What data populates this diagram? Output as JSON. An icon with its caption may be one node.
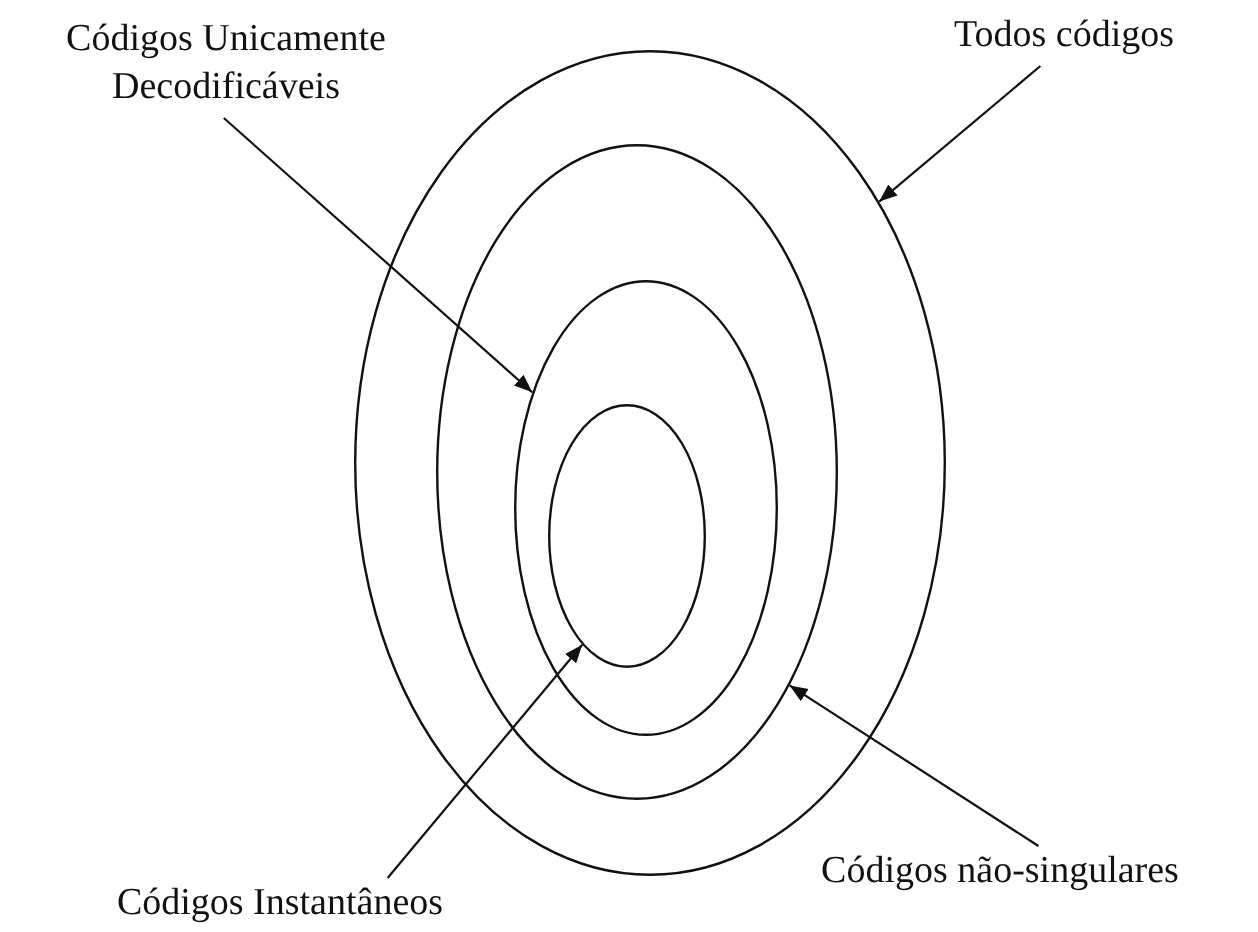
{
  "diagram": {
    "nodes": [
      {
        "text": [],
        "shape": "ellipse"
      },
      {
        "text": [],
        "shape": "ellipse",
        "in": 0
      },
      {
        "text": [],
        "shape": "ellipse",
        "in": 1
      },
      {
        "text": [],
        "shape": "ellipse",
        "in": 2
      },
      {
        "text": [
          "Todos códigos"
        ]
      },
      {
        "text": [
          "Códigos Unicamente Decodificáveis"
        ]
      },
      {
        "text": [
          "Códigos não-singulares"
        ]
      },
      {
        "text": [
          "Códigos Instantâneos"
        ]
      }
    ],
    "edges": [
      {
        "from": 4,
        "to": 0,
        "arrow": "to"
      },
      {
        "from": 5,
        "to": 2,
        "arrow": "to"
      },
      {
        "from": 6,
        "to": 1,
        "arrow": "to"
      },
      {
        "from": 7,
        "to": 3,
        "arrow": "to"
      }
    ]
  }
}
